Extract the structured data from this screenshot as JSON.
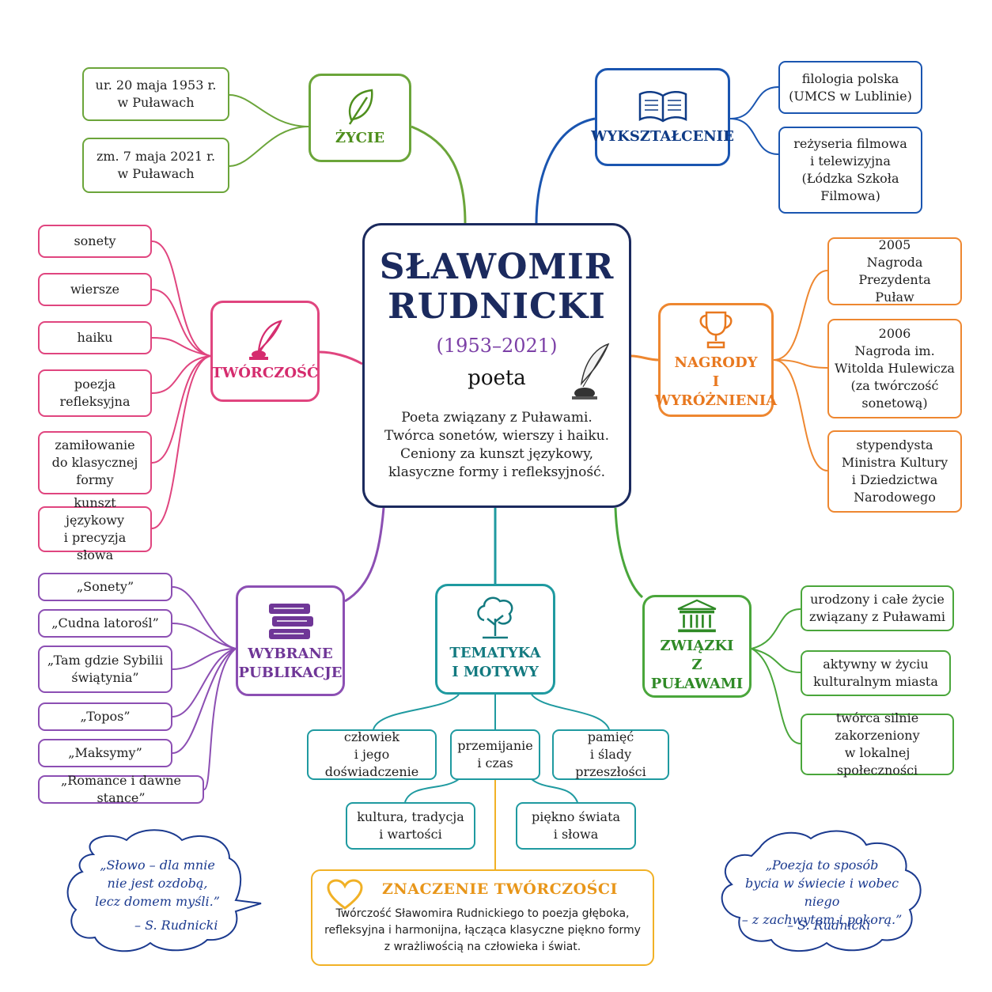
{
  "center": {
    "name_line1": "SŁAWOMIR",
    "name_line2": "RUDNICKI",
    "dates": "(1953–2021)",
    "role": "poeta",
    "desc_lines": [
      "Poeta związany z Puławami.",
      "Twórca sonetów, wierszy i haiku.",
      "Ceniony za kunszt językowy,",
      "klasyczne formy i refleksyjność."
    ]
  },
  "zycie": {
    "label": "ŻYCIE",
    "icon": "leaf-icon",
    "items": [
      [
        "ur. 20 maja 1953 r.",
        "w Puławach"
      ],
      [
        "zm. 7 maja 2021 r.",
        "w Puławach"
      ]
    ]
  },
  "wyksztalcenie": {
    "label": "WYKSZTAŁCENIE",
    "icon": "open-book-icon",
    "items": [
      [
        "filologia polska",
        "(UMCS w Lublinie)"
      ],
      [
        "reżyseria filmowa",
        "i telewizyjna",
        "(Łódzka Szkoła",
        "Filmowa)"
      ]
    ]
  },
  "tworczosc": {
    "label": "TWÓRCZOŚĆ",
    "icon": "quill-icon",
    "items": [
      [
        "sonety"
      ],
      [
        "wiersze"
      ],
      [
        "haiku"
      ],
      [
        "poezja",
        "refleksyjna"
      ],
      [
        "zamiłowanie",
        "do klasycznej",
        "formy"
      ],
      [
        "kunszt językowy",
        "i precyzja słowa"
      ]
    ]
  },
  "nagrody": {
    "label_lines": [
      "NAGRODY",
      "I WYRÓŻNIENIA"
    ],
    "icon": "trophy-icon",
    "items": [
      [
        "2005",
        "Nagroda Prezydenta",
        "Puław"
      ],
      [
        "2006",
        "Nagroda im.",
        "Witolda Hulewicza",
        "(za twórczość",
        "sonetową)"
      ],
      [
        "stypendysta",
        "Ministra Kultury",
        "i Dziedzictwa",
        "Narodowego"
      ]
    ]
  },
  "publikacje": {
    "label_lines": [
      "WYBRANE",
      "PUBLIKACJE"
    ],
    "icon": "books-icon",
    "items": [
      [
        "„Sonety”"
      ],
      [
        "„Cudna latorośl”"
      ],
      [
        "„Tam gdzie Sybilii",
        "świątynia”"
      ],
      [
        "„Topos”"
      ],
      [
        "„Maksymy”"
      ],
      [
        "„Romance i dawne stance”"
      ]
    ]
  },
  "tematyka": {
    "label_lines": [
      "TEMATYKA",
      "I MOTYWY"
    ],
    "icon": "tree-icon",
    "items": [
      [
        "człowiek",
        "i jego doświadczenie"
      ],
      [
        "przemijanie",
        "i czas"
      ],
      [
        "pamięć",
        "i ślady przeszłości"
      ],
      [
        "kultura, tradycja",
        "i wartości"
      ],
      [
        "piękno świata",
        "i słowa"
      ]
    ]
  },
  "pulawy": {
    "label_lines": [
      "ZWIĄZKI",
      "Z PUŁAWAMI"
    ],
    "icon": "building-icon",
    "items": [
      [
        "urodzony i całe życie",
        "związany z Puławami"
      ],
      [
        "aktywny w życiu",
        "kulturalnym miasta"
      ],
      [
        "twórca silnie",
        "zakorzeniony",
        "w lokalnej społeczności"
      ]
    ]
  },
  "quote_left": {
    "lines": [
      "„Słowo – dla mnie",
      "nie jest ozdobą,",
      "lecz domem myśli.”"
    ],
    "author": "– S. Rudnicki"
  },
  "quote_right": {
    "lines": [
      "„Poezja to sposób",
      "bycia w świecie i wobec niego",
      "– z zachwytem i pokorą.”"
    ],
    "author": "– S. Rudnicki"
  },
  "znaczenie": {
    "title": "ZNACZENIE TWÓRCZOŚCI",
    "icon": "heart-icon",
    "lines": [
      "Twórczość Sławomira Rudnickiego to poezja głęboka,",
      "refleksyjna i harmonijna, łącząca klasyczne piękno formy",
      "z wrażliwością na człowieka i świat."
    ]
  },
  "colors": {
    "navy": "#1b2a5e",
    "green": "#6ba53a",
    "blue": "#1a55b0",
    "pink": "#e0457f",
    "orange": "#ee8730",
    "purple": "#8c4fb3",
    "teal": "#1f9aa0",
    "green2": "#4aa63b",
    "gold": "#f1b126"
  }
}
